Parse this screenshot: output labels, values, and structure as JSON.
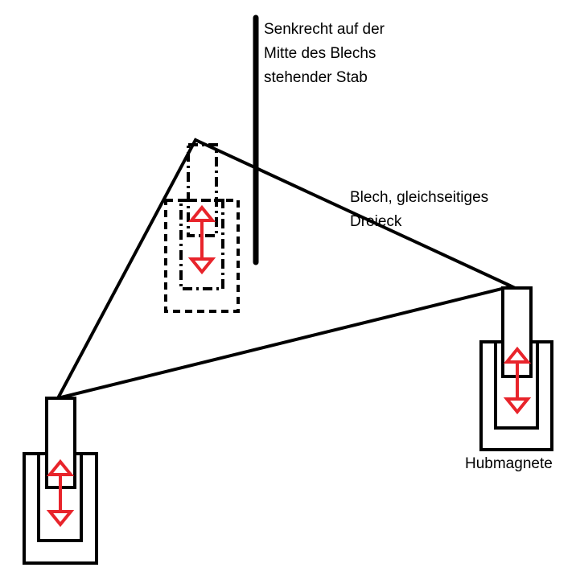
{
  "labels": {
    "rod": [
      "Senkrecht auf der",
      "Mitte des Blechs",
      "stehender Stab"
    ],
    "sheet": [
      "Blech, gleichseitiges",
      "Dreieck"
    ],
    "magnets": "Hubmagnete"
  },
  "colors": {
    "line": "#000000",
    "arrow": "#e8242b",
    "background": "#ffffff"
  },
  "magnet_units": [
    "top",
    "bottom-left",
    "right"
  ],
  "top_unit_style": "dashed"
}
